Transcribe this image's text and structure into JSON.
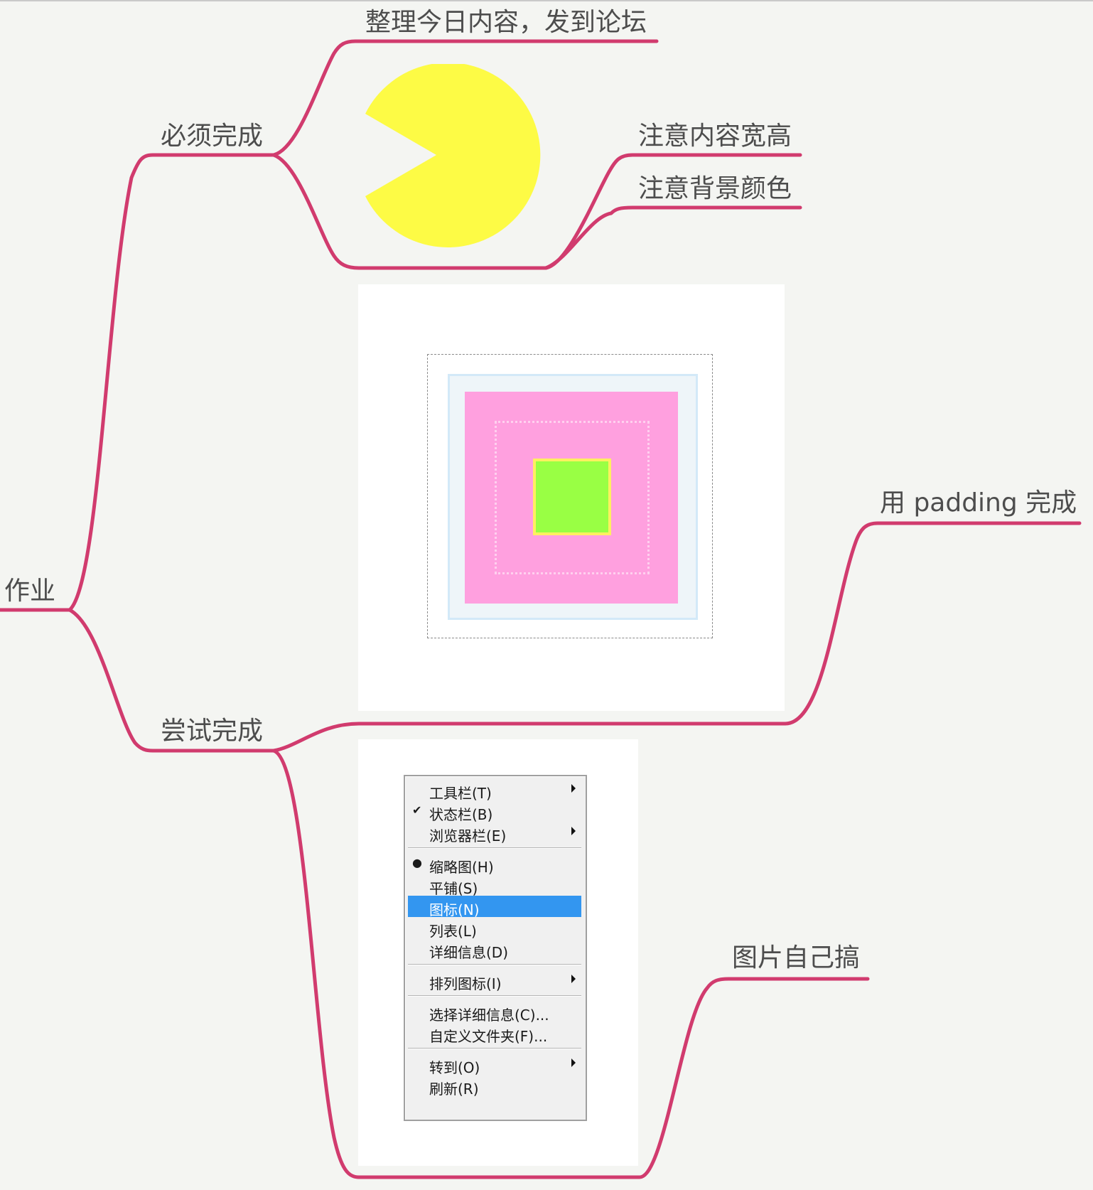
{
  "mindmap": {
    "root": "作业",
    "must": {
      "label": "必须完成",
      "task": "整理今日内容，发到论坛",
      "notes": [
        "注意内容宽高",
        "注意背景颜色"
      ]
    },
    "try": {
      "label": "尝试完成",
      "padding_task": "用 padding 完成",
      "image_task": "图片自己搞"
    }
  },
  "colors": {
    "branch": "#d13b6e",
    "pacman": "#fdfb45",
    "background": "#f4f5f2",
    "pink": "#ffa0df",
    "green": "#99ff44",
    "menu_highlight": "#3396f0"
  },
  "context_menu": {
    "items": [
      {
        "label": "工具栏(T)",
        "submenu": true
      },
      {
        "label": "状态栏(B)",
        "checked": true
      },
      {
        "label": "浏览器栏(E)",
        "submenu": true
      },
      {
        "separator": true
      },
      {
        "label": "缩略图(H)",
        "bullet": true
      },
      {
        "label": "平铺(S)"
      },
      {
        "label": "图标(N)",
        "selected": true
      },
      {
        "label": "列表(L)"
      },
      {
        "label": "详细信息(D)"
      },
      {
        "separator": true
      },
      {
        "label": "排列图标(I)",
        "submenu": true
      },
      {
        "separator": true
      },
      {
        "label": "选择详细信息(C)..."
      },
      {
        "label": "自定义文件夹(F)..."
      },
      {
        "separator": true
      },
      {
        "label": "转到(O)",
        "submenu": true
      },
      {
        "label": "刷新(R)"
      }
    ]
  }
}
